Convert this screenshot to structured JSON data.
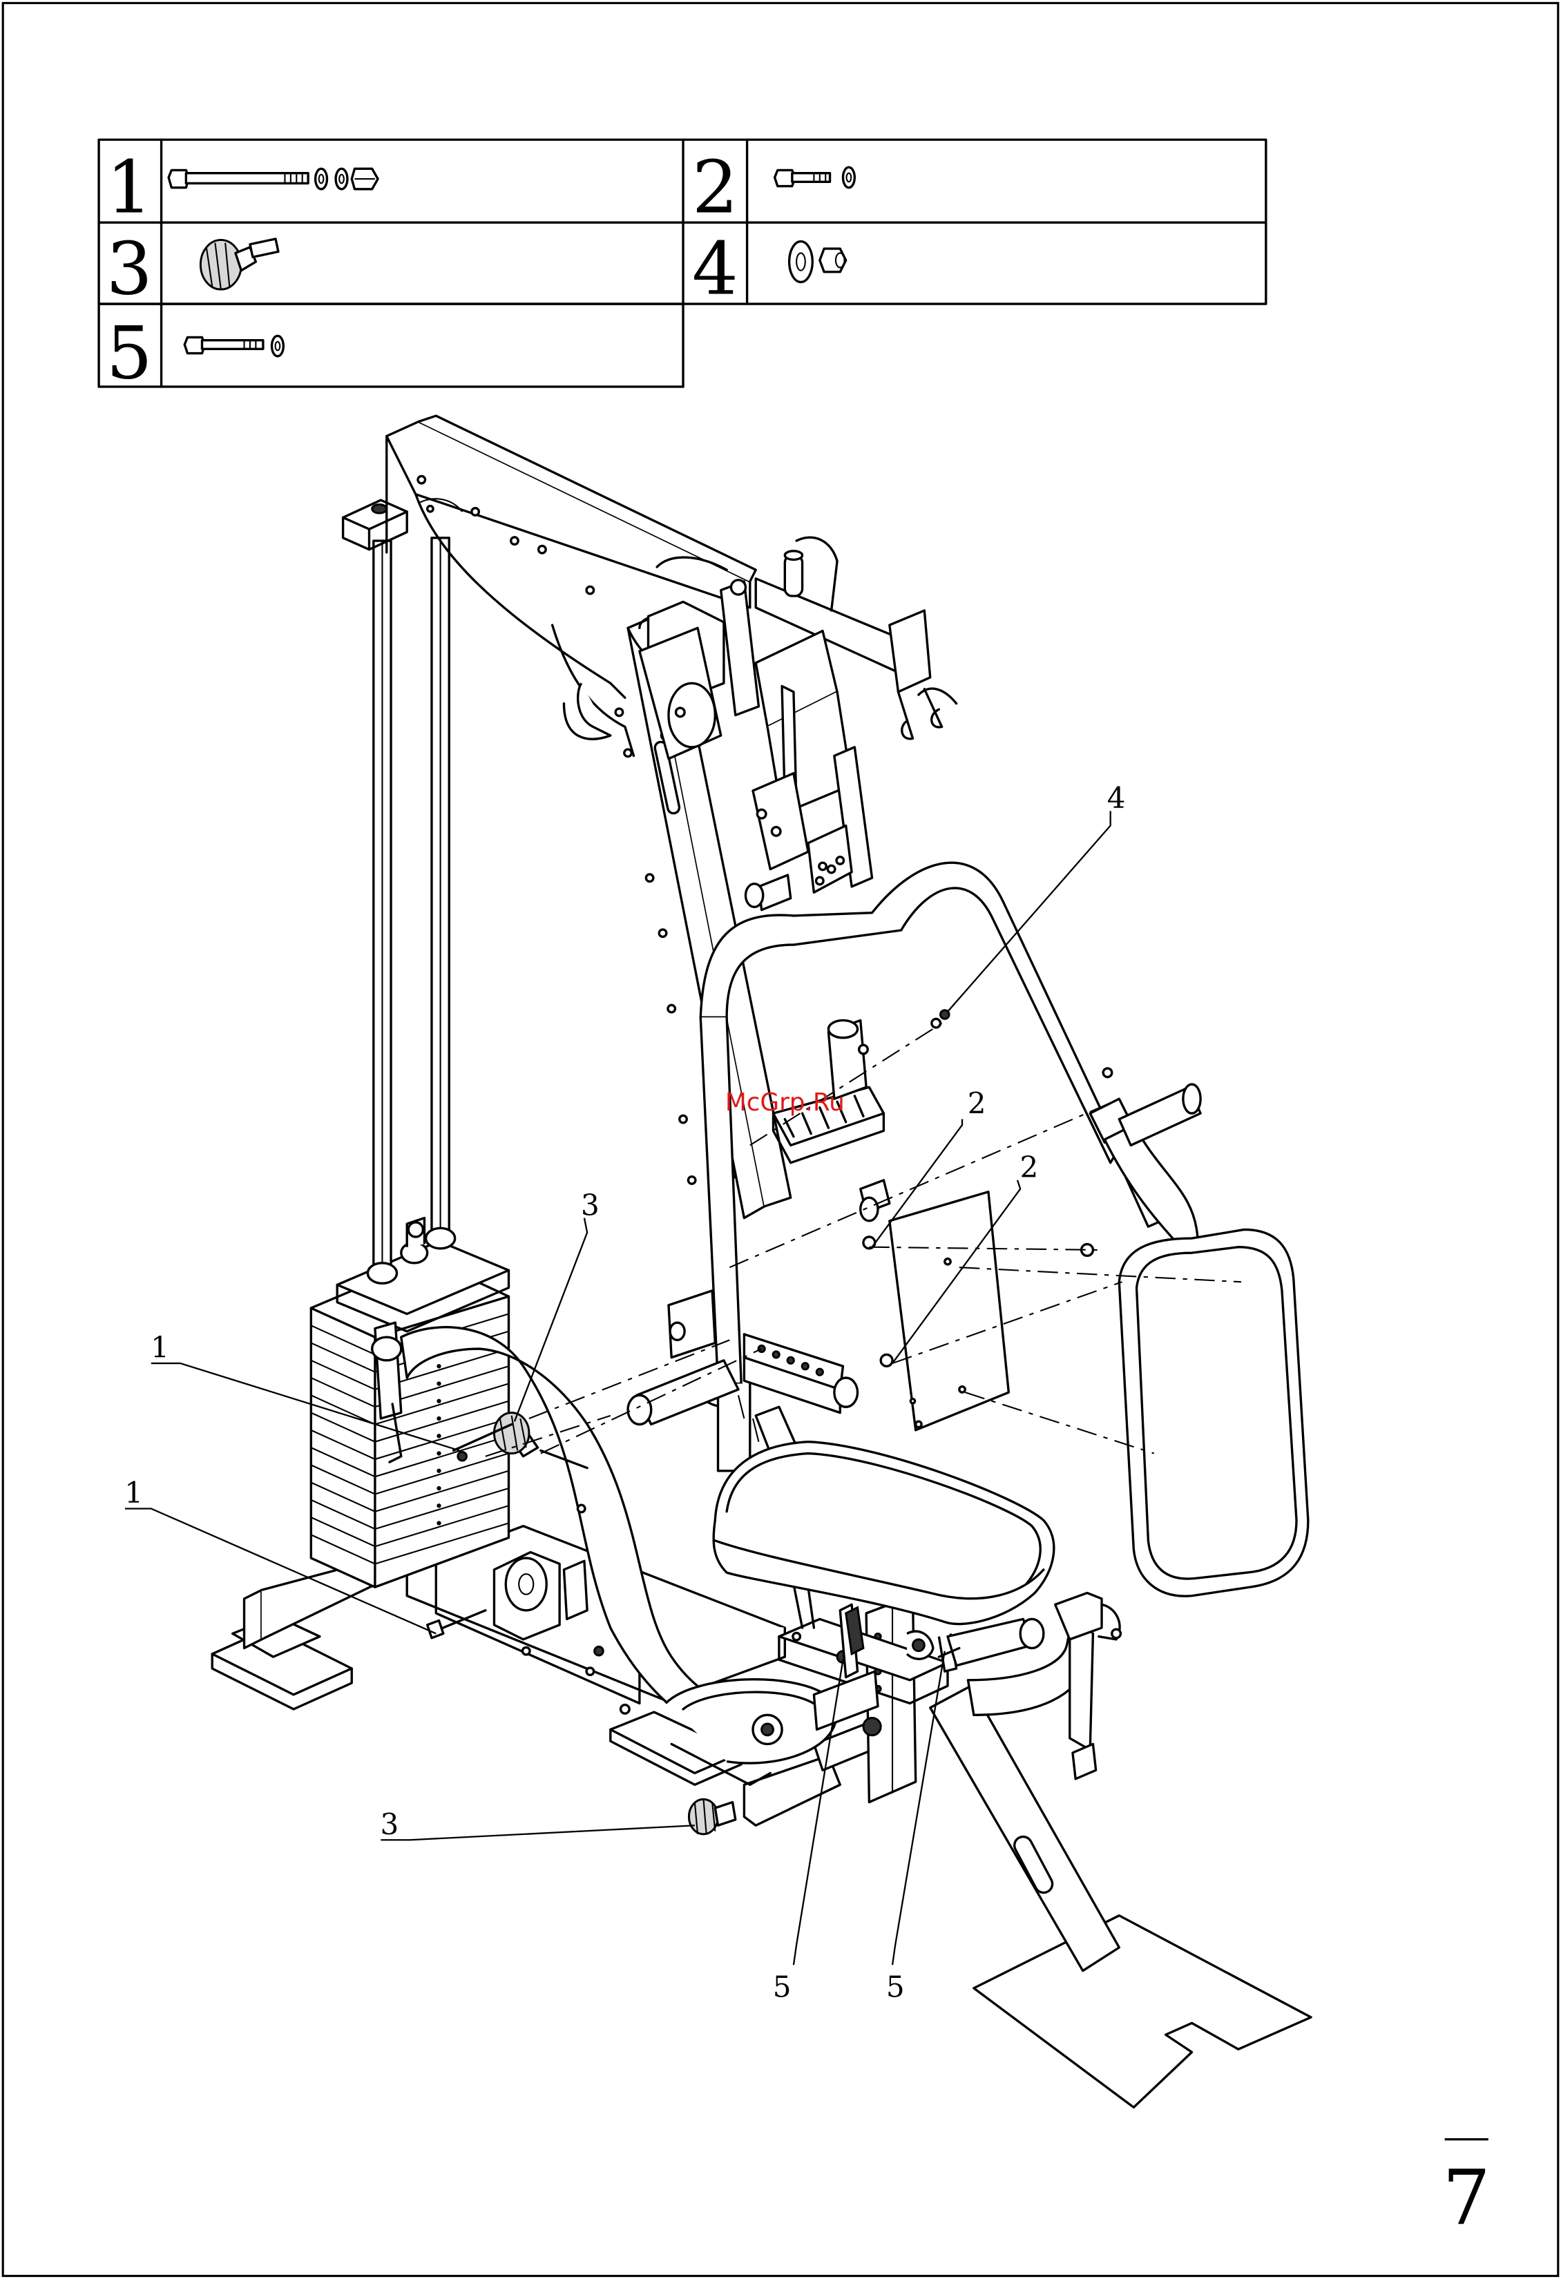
{
  "parts_table": {
    "cells": [
      {
        "number": "1",
        "hardware": "long-bolt-washers-nut-icon"
      },
      {
        "number": "2",
        "hardware": "bolt-washer-icon"
      },
      {
        "number": "3",
        "hardware": "pop-pin-knob-icon"
      },
      {
        "number": "4",
        "hardware": "washer-nut-icon"
      },
      {
        "number": "5",
        "hardware": "bolt-washer-icon"
      }
    ]
  },
  "callouts": [
    {
      "label": "1"
    },
    {
      "label": "1"
    },
    {
      "label": "2"
    },
    {
      "label": "2"
    },
    {
      "label": "3"
    },
    {
      "label": "3"
    },
    {
      "label": "4"
    },
    {
      "label": "5"
    },
    {
      "label": "5"
    }
  ],
  "watermark": "McGrp.Ru",
  "page_number": "7",
  "colors": {
    "line": "#000000",
    "paper": "#ffffff",
    "watermark": "#e01818"
  }
}
